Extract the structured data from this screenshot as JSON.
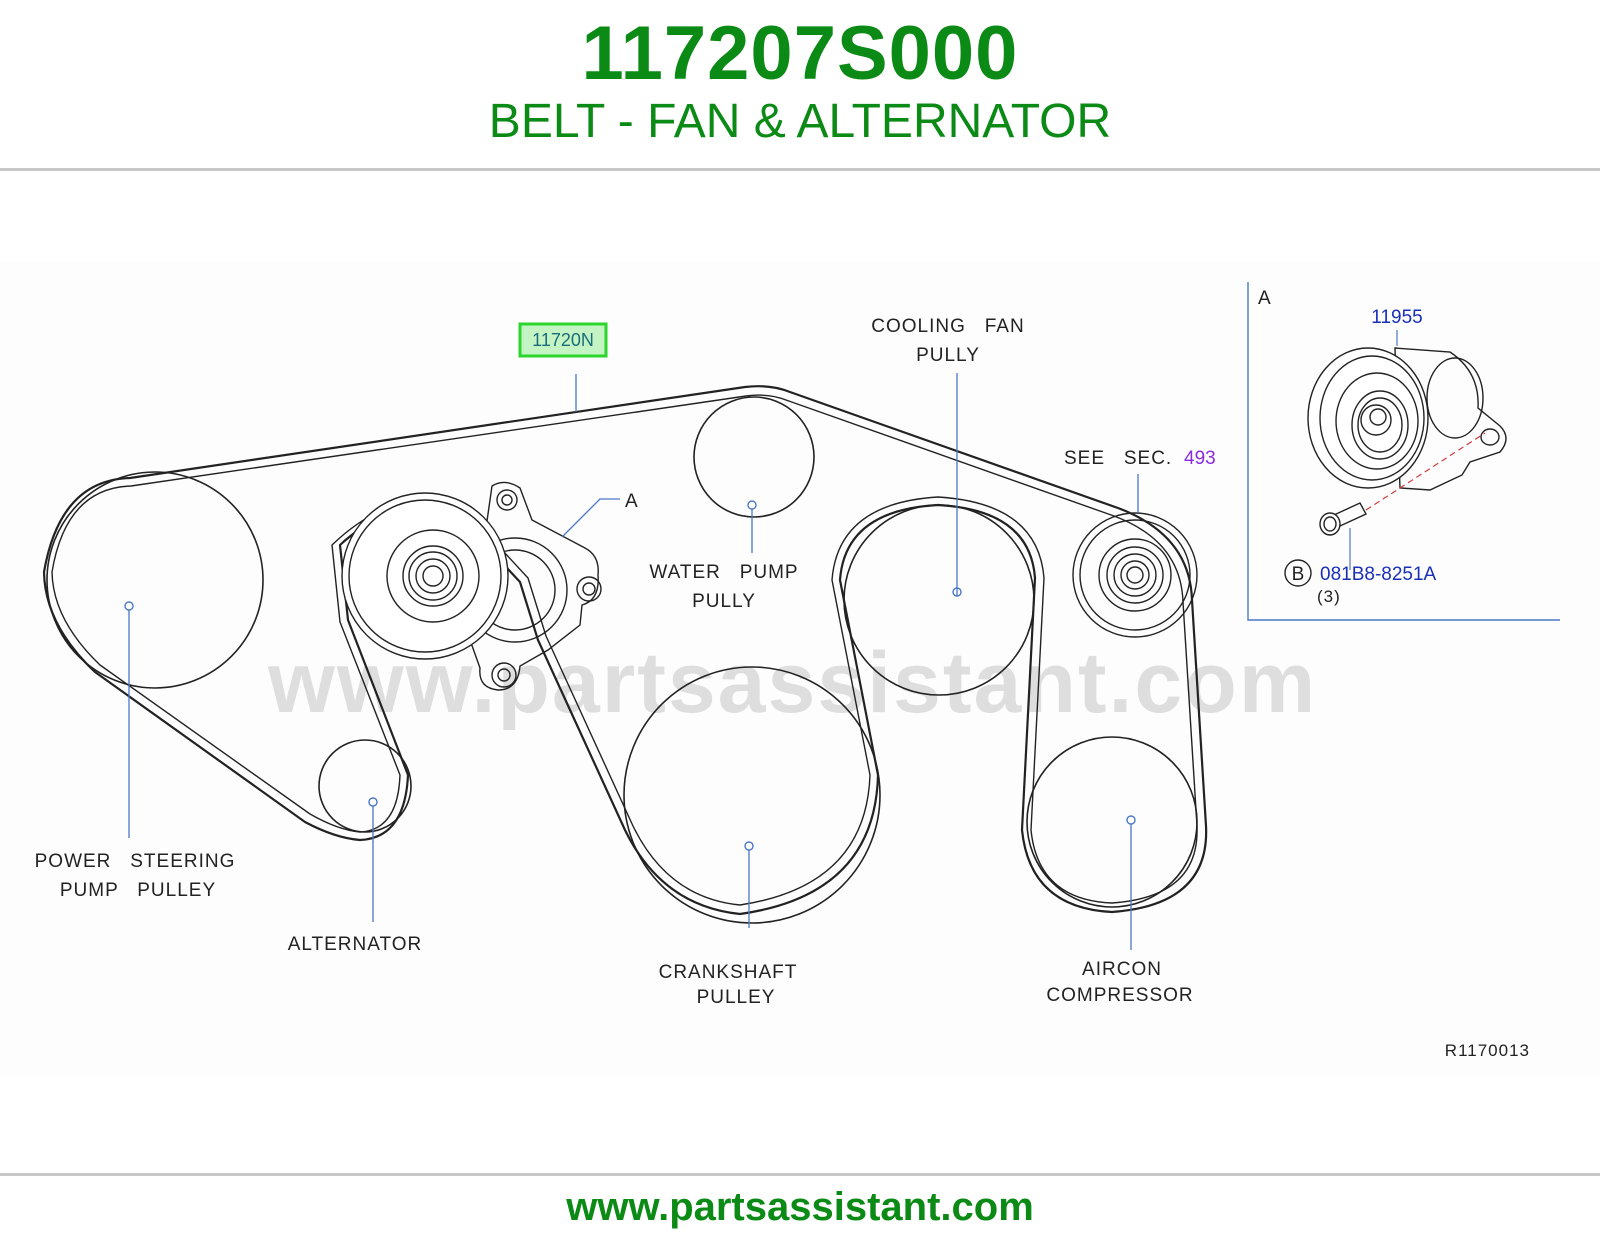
{
  "header": {
    "part_number": "117207S000",
    "title": "BELT - FAN & ALTERNATOR"
  },
  "diagram": {
    "belt_part": "11720N",
    "detail_ref": "A",
    "labels": {
      "cooling_fan_1": "COOLING   FAN",
      "cooling_fan_2": "PULLY",
      "water_pump_1": "WATER   PUMP",
      "water_pump_2": "PULLY",
      "power_steering_1": "POWER   STEERING",
      "power_steering_2": "PUMP   PULLEY",
      "alternator": "ALTERNATOR",
      "crankshaft_1": "CRANKSHAFT",
      "crankshaft_2": "PULLEY",
      "aircon_1": "AIRCON",
      "aircon_2": "COMPRESSOR",
      "see_sec": "SEE   SEC.",
      "see_sec_ref": "493"
    },
    "inset": {
      "title": "A",
      "tensioner_part": "11955",
      "bolt_marker": "B",
      "bolt_part": "081B8-8251A",
      "bolt_qty": "(3)"
    },
    "drawing_code": "R1170013",
    "watermark": "www.partsassistant.com"
  },
  "footer": {
    "url": "www.partsassistant.com"
  },
  "colors": {
    "brand_green": "#0c8a16",
    "link_blue": "#1a2fb8",
    "link_purple": "#8a2be2",
    "leader_blue": "#4a78c8",
    "highlight_green": "#2bd62b"
  }
}
